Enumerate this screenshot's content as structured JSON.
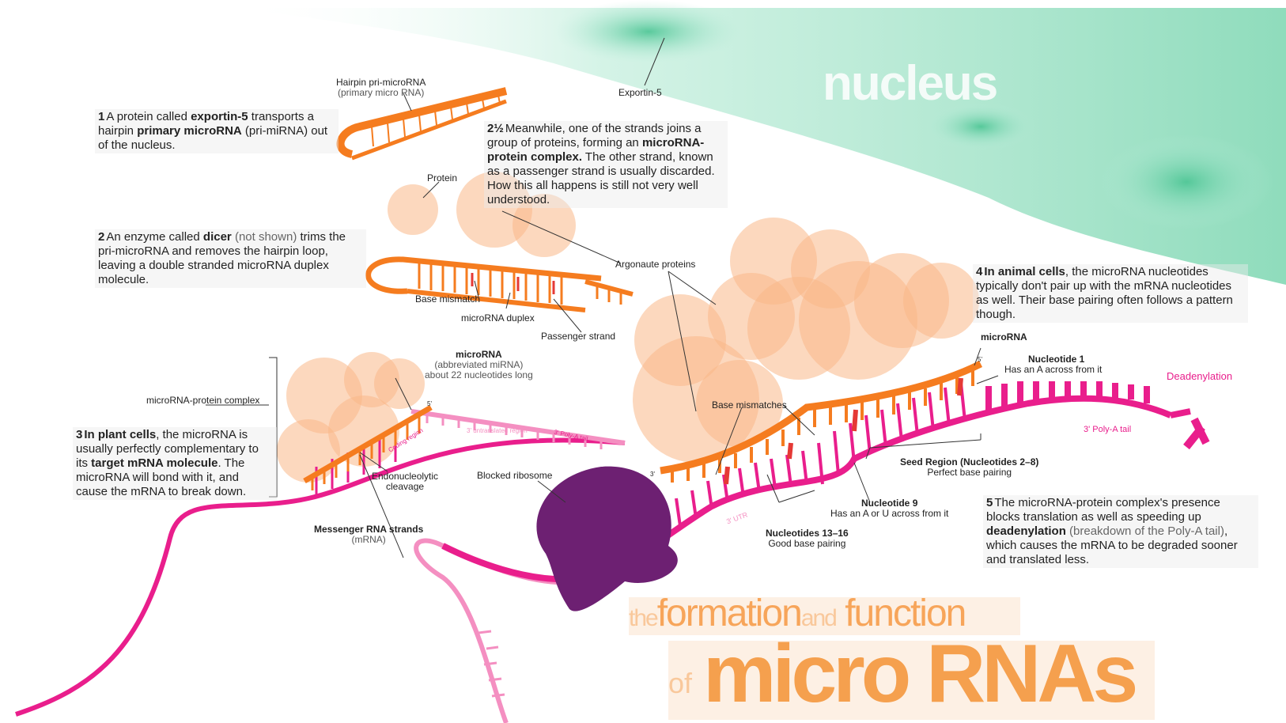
{
  "compartment_label": "nucleus",
  "title": {
    "line1_the": "the",
    "line1_formation": "formation",
    "line1_and": "and",
    "line1_function": "function",
    "line2_of": "of",
    "line2_main": "micro RNAs"
  },
  "steps": {
    "s1": {
      "num": "1",
      "t1": "A protein called ",
      "b1": "exportin-5",
      "t2": " transports a hairpin ",
      "b2": "primary microRNA",
      "t3": " (pri-miRNA) out of the nucleus."
    },
    "s2": {
      "num": "2",
      "t1": "An enzyme called ",
      "b1": "dicer",
      "g1": " (not shown)",
      "t2": " trims the pri-microRNA and removes the hairpin loop, leaving a double stranded microRNA duplex molecule."
    },
    "s2h": {
      "num": "2½",
      "t1": "Meanwhile, one of the strands joins a group of proteins, forming an ",
      "b1": "microRNA-protein complex.",
      "t2": " The other strand, known as a passenger strand is usually discarded.",
      "t3": "How this all happens is still not very well understood."
    },
    "s3": {
      "num": "3",
      "b0": "In plant cells",
      "t1": ", the microRNA is usually perfectly complementary to its ",
      "b1": "target mRNA molecule",
      "t2": ". The microRNA will bond with it, and cause the mRNA to break down."
    },
    "s4": {
      "num": "4",
      "b0": "In animal cells",
      "t1": ", the microRNA nucleotides typically don't pair up with the mRNA nucleotides as well. Their base pairing often follows a pattern though."
    },
    "s5": {
      "num": "5",
      "t1": "The microRNA-protein complex's presence blocks translation as well as speeding up ",
      "b1": "deadenylation",
      "g1": " (breakdown of the Poly-A tail)",
      "t2": ", which causes the mRNA to be degraded sooner and translated less."
    }
  },
  "labels": {
    "hairpin": "Hairpin pri-microRNA",
    "hairpin_sub": "(primary micro RNA)",
    "exportin": "Exportin-5",
    "protein": "Protein",
    "argonaute": "Argonaute proteins",
    "base_mismatch": "Base mismatch",
    "mirna_duplex": "microRNA duplex",
    "passenger": "Passenger strand",
    "mirna": "microRNA",
    "mirna_sub1": "(abbreviated miRNA)",
    "mirna_sub2": "about 22 nucleotides long",
    "complex": "microRNA-protein complex",
    "endo1": "Endonucleolytic",
    "endo2": "cleavage",
    "blocked": "Blocked ribosome",
    "mrna_strands": "Messenger RNA strands",
    "mrna_sub": "(mRNA)",
    "base_mismatches": "Base mismatches",
    "mirna_right": "microRNA",
    "nt1": "Nucleotide 1",
    "nt1_sub": "Has an A across from it",
    "deadenylation": "Deadenylation",
    "polya": "3' Poly-A tail",
    "seed": "Seed Region (Nucleotides 2–8)",
    "seed_sub": "Perfect base pairing",
    "nt9": "Nucleotide 9",
    "nt9_sub": "Has an A or U across from it",
    "nt13": "Nucleotides 13–16",
    "nt13_sub": "Good base pairing",
    "coding": "Coding region",
    "utr3": "3' untranslated region",
    "polya_left": "3' Poly-A tail",
    "utr_right": "3' UTR",
    "five_prime": "5'",
    "three_prime": "3'"
  },
  "colors": {
    "orange": "#f57c1f",
    "light_orange": "#f9b888",
    "pink": "#e91e8c",
    "light_pink": "#f48fc1",
    "red": "#e53935",
    "purple": "#6d2072",
    "green": "#7fd7b0"
  }
}
